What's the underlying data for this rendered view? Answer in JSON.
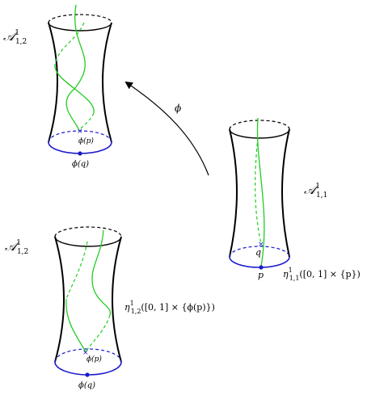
{
  "labels": {
    "top_left": {
      "base": "𝒜",
      "sup": "1",
      "sub": "1,2"
    },
    "right": {
      "base": "𝒜",
      "sup": "1",
      "sub": "1,1"
    },
    "bottom_left": {
      "base": "𝒜",
      "sup": "1",
      "sub": "1,2"
    },
    "arrow": "ϕ",
    "phi_p_top": "ϕ(p)",
    "phi_q_top": "ϕ(q)",
    "q_right": "q",
    "p_right": "p",
    "eta_right": {
      "base": "η",
      "sup": "1",
      "sub": "1,1",
      "args": "([0, 1] × {p})"
    },
    "eta_left": {
      "base": "η",
      "sup": "1",
      "sub": "1,2",
      "args": "([0, 1] × {ϕ(p)})"
    },
    "phi_p_bottom": "ϕ(p)",
    "phi_q_bottom": "ϕ(q)"
  },
  "colors": {
    "outline": "#000000",
    "curve": "#22cc22",
    "base": "#1a1acc"
  }
}
